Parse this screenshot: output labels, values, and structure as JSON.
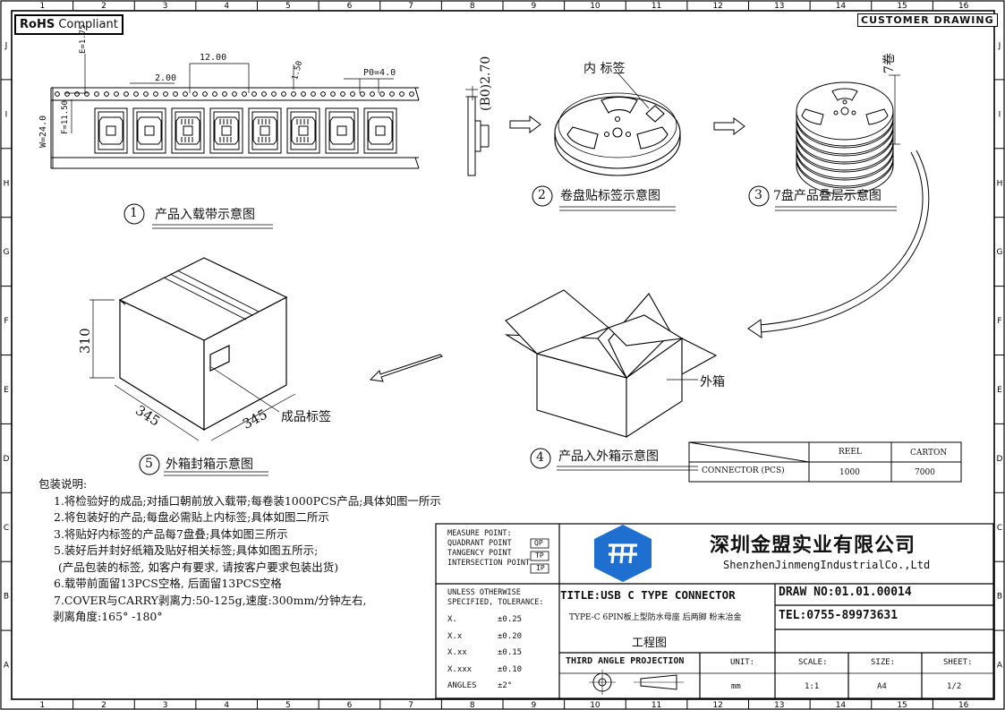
{
  "header": {
    "rohs_bold": "RoHS",
    "rohs_text": "Compliant",
    "customer_drawing": "CUSTOMER DRAWING"
  },
  "border": {
    "col_numbers": [
      "1",
      "2",
      "3",
      "4",
      "5",
      "6",
      "7",
      "8",
      "9",
      "10",
      "11",
      "12",
      "13",
      "14",
      "15",
      "16"
    ],
    "row_letters": [
      "J",
      "I",
      "H",
      "G",
      "F",
      "E",
      "D",
      "C",
      "B",
      "A"
    ]
  },
  "step1": {
    "dims": {
      "e": "E=1.75",
      "pitch2": "2.00",
      "p12": "12.00",
      "hole": "1.50",
      "p0": "P0=4.0",
      "w": "W=24.0",
      "f": "F=11.50"
    },
    "num": "1",
    "caption": "产品入载带示意图"
  },
  "step2": {
    "dim": "(B0)2.70",
    "label": "内 标签",
    "num": "2",
    "caption": "卷盘贴标签示意图"
  },
  "step3": {
    "label": "7卷",
    "num": "3",
    "caption": "7盘产品叠层示意图"
  },
  "step4": {
    "label": "外箱",
    "num": "4",
    "caption": "产品入外箱示意图"
  },
  "step5": {
    "height": "310",
    "len1": "345",
    "len2": "345",
    "label": "成品标签",
    "num": "5",
    "caption": "外箱封箱示意图"
  },
  "qty_table": {
    "headers": [
      "REEL",
      "CARTON"
    ],
    "row_label": "CONNECTOR (PCS)",
    "values": [
      "1000",
      "7000"
    ]
  },
  "notes": {
    "title": "包装说明:",
    "items": [
      "1.将检验好的成品;对插口朝前放入载带;每卷装1000PCS产品;具体如图一所示",
      "2.将包装好的产品;每盘必需贴上内标签;具体如图二所示",
      "3.将贴好内标签的产品每7盘叠;具体如图三所示",
      "5.装好后并封好纸箱及贴好相关标签;具体如图五所示;",
      "(产品包装的标签, 如客户有要求, 请按客户要求包装出货)",
      "6.载带前面留13PCS空格, 后面留13PCS空格",
      "7.COVER与CARRY剥离力:50-125g,速度:300mm/分钟左右,",
      "剥离角度:165° -180°"
    ]
  },
  "title_block": {
    "measure": [
      "MEASURE POINT:",
      "QUADRANT POINT",
      "TANGENCY POINT",
      "INTERSECTION POINT"
    ],
    "measure_codes": [
      "QP",
      "TP",
      "IP"
    ],
    "company_cn": "深圳金盟实业有限公司",
    "company_en": "ShenzhenJinmengIndustrialCo.,Ltd",
    "tol_head1": "UNLESS OTHERWISE",
    "tol_head2": "SPECIFIED, TOLERANCE:",
    "tolerances": [
      {
        "k": "X.",
        "v": "±0.25"
      },
      {
        "k": "X.x",
        "v": "±0.20"
      },
      {
        "k": "X.xx",
        "v": "±0.15"
      },
      {
        "k": "X.xxx",
        "v": "±0.10"
      },
      {
        "k": "ANGLES",
        "v": "±2°"
      }
    ],
    "title": "TITLE:USB C TYPE CONNECTOR",
    "desc": "TYPE-C 6PIN板上型防水母座 后两脚 粉末冶金",
    "drawing_type": "工程图",
    "draw_no": "DRAW NO:01.01.00014",
    "tel": "TEL:0755-89973631",
    "projection": "THIRD ANGLE PROJECTION",
    "unit_label": "UNIT:",
    "unit": "mm",
    "scale_label": "SCALE:",
    "scale": "1:1",
    "size_label": "SIZE:",
    "size": "A4",
    "sheet_label": "SHEET:",
    "sheet": "1/2"
  }
}
